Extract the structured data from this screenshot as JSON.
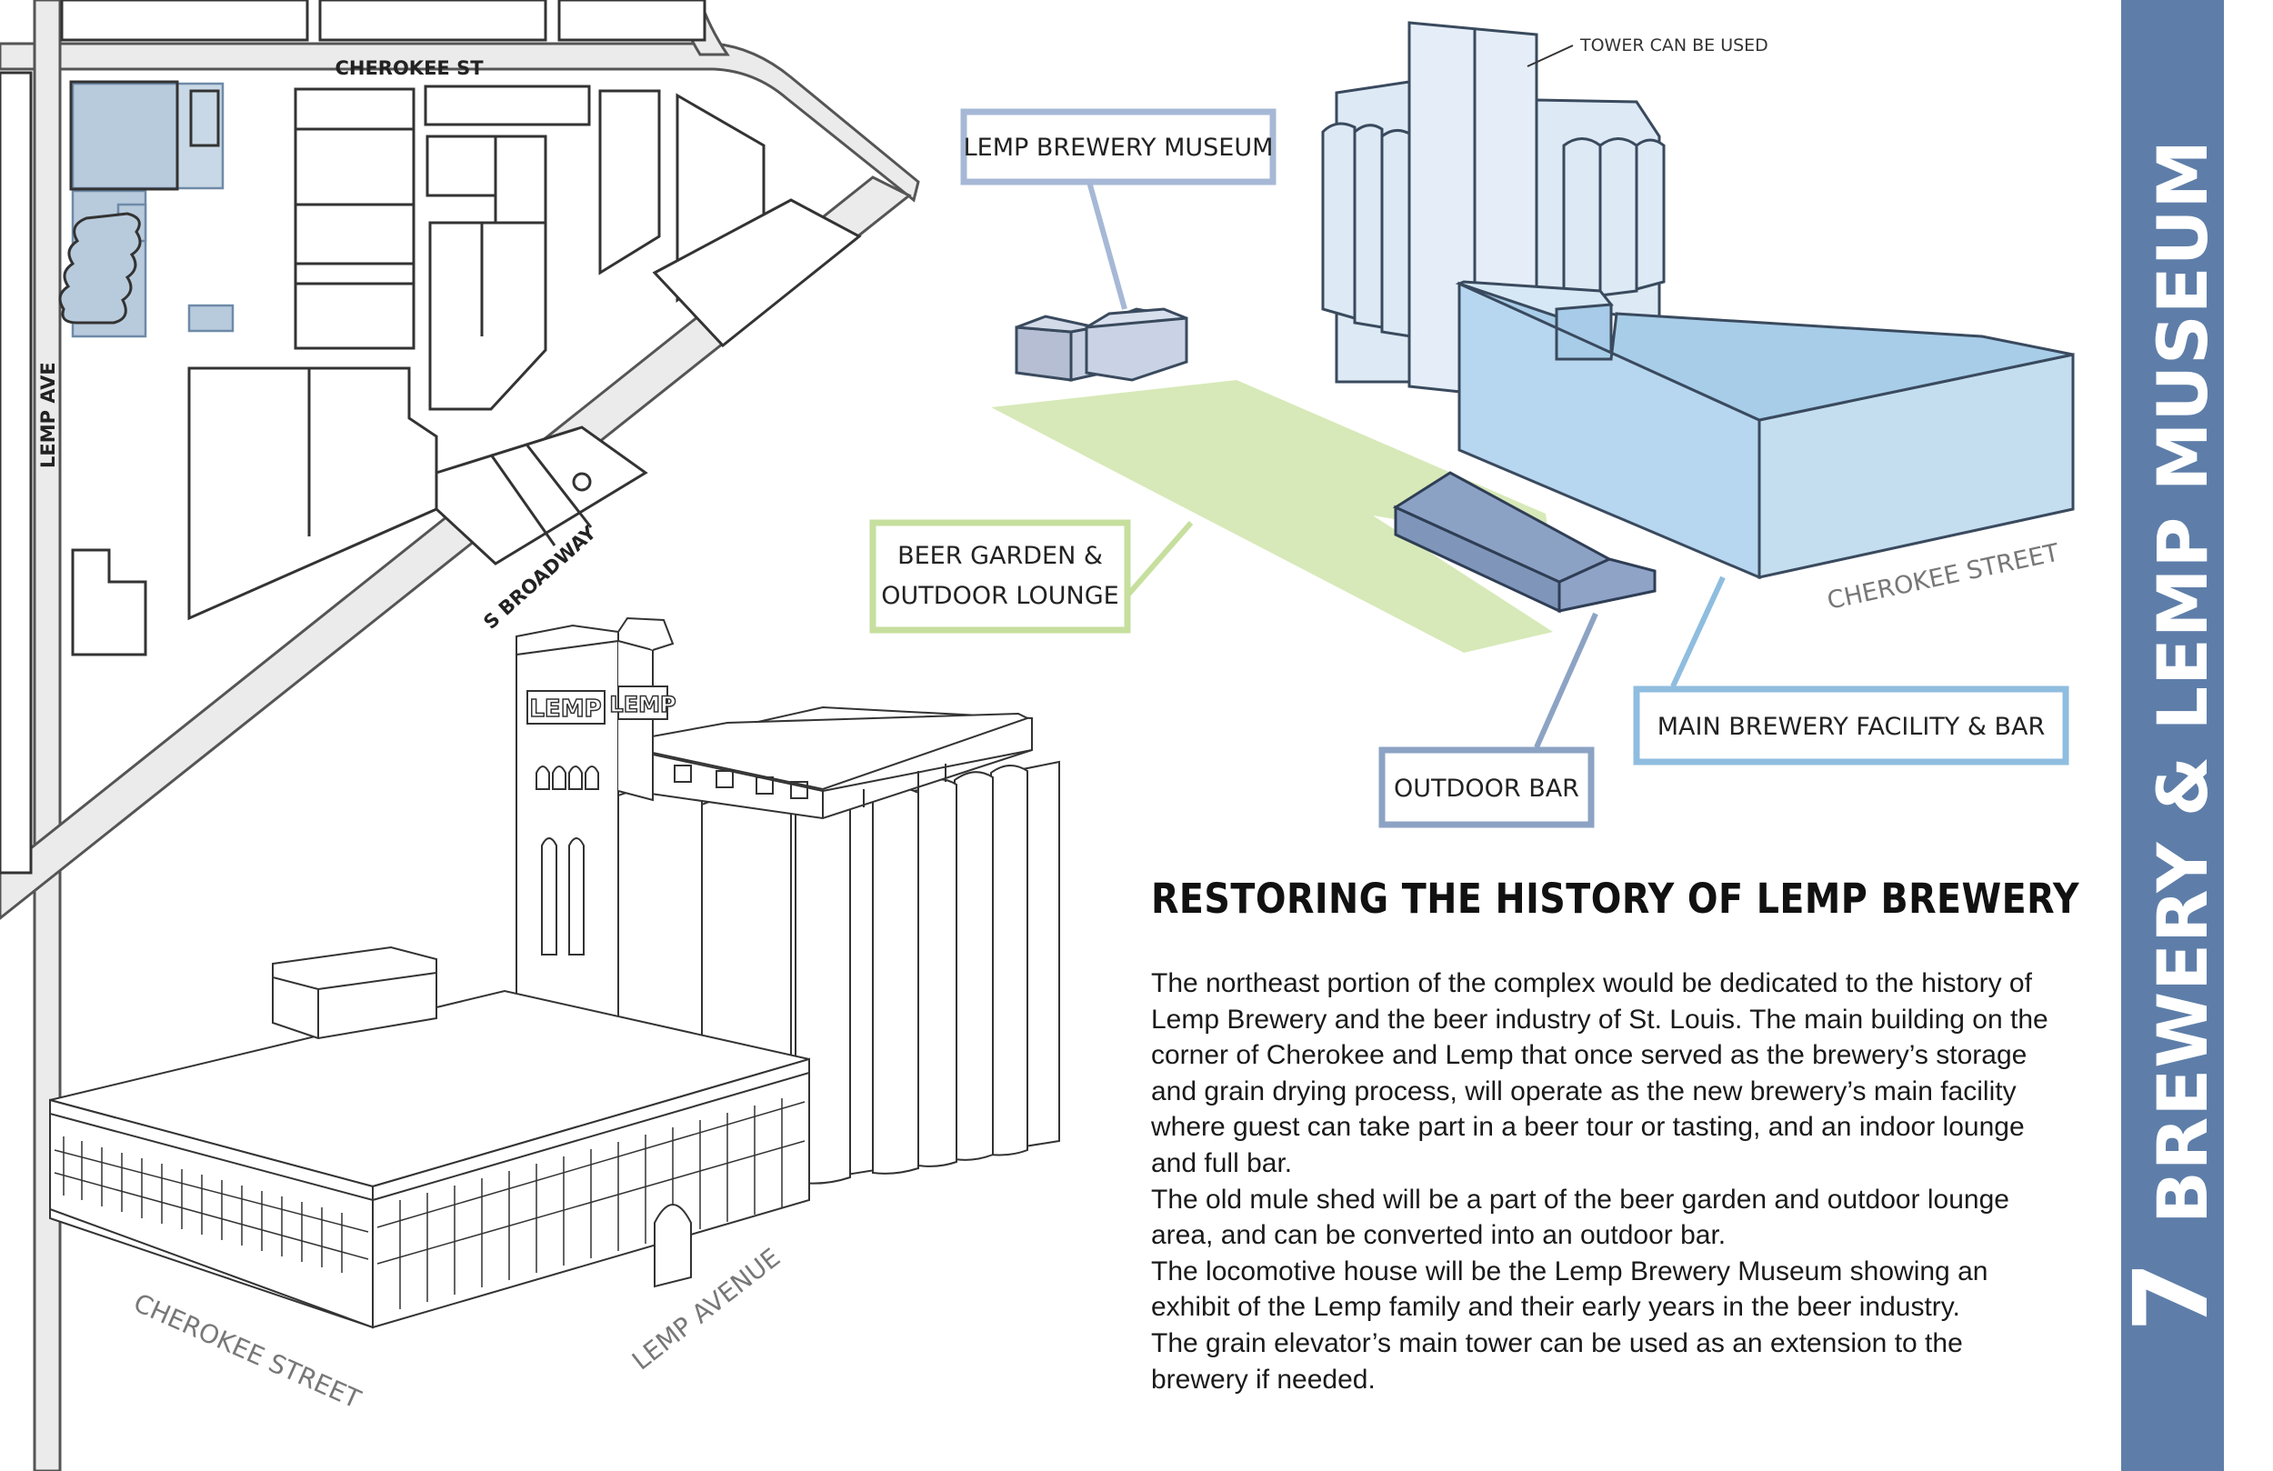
{
  "map": {
    "streets": {
      "cherokee": "CHEROKEE ST",
      "lemp_ave": "LEMP AVE",
      "broadway": "S BROADWAY"
    }
  },
  "labels": {
    "tower_note": "TOWER CAN BE USED",
    "museum": "LEMP BREWERY MUSEUM",
    "beer_garden_line1": "BEER GARDEN &",
    "beer_garden_line2": "OUTDOOR LOUNGE",
    "outdoor_bar": "OUTDOOR BAR",
    "main_facility": "MAIN BREWERY FACILITY & BAR",
    "cherokee_street_aerial": "CHEROKEE STREET",
    "cherokee_street_drawing": "CHEROKEE STREET",
    "lemp_avenue_drawing": "LEMP AVENUE",
    "lemp_sign": "LEMP"
  },
  "colors": {
    "museum": "#a6b8d6",
    "garden": "#c6df9e",
    "outdoor_bar": "#8da3c4",
    "main_facility": "#8fbddf",
    "sidebar": "#5e7ea9"
  },
  "section": {
    "title": "RESTORING THE HISTORY OF LEMP BREWERY",
    "paragraphs": [
      "The northeast portion of the complex would be dedicated to the history of Lemp Brewery and the beer industry of St. Louis. The main building on the corner of Cherokee and Lemp that once served as the brewery’s storage and grain drying process, will operate as the new brewery’s main facility where guest can take part in a beer tour or tasting, and an indoor lounge and full bar.",
      "The old mule shed will be a part of the beer garden and outdoor lounge area, and can be converted into an outdoor bar.",
      "The locomotive house will be the Lemp Brewery Museum showing an exhibit of the Lemp family and their early years in the beer industry.",
      "The grain elevator’s main tower can be used as an extension to the brewery if needed."
    ]
  },
  "sidebar": {
    "number": "7",
    "title": "BREWERY & LEMP MUSEUM"
  }
}
